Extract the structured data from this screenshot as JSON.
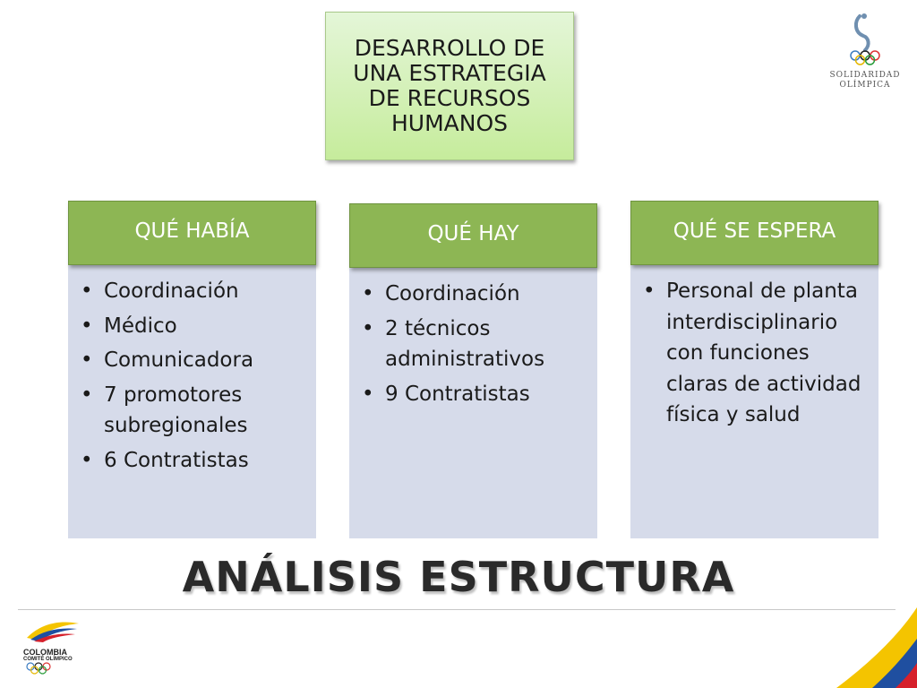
{
  "title_box": {
    "lines": [
      "DESARROLLO DE",
      "UNA ESTRATEGIA",
      "DE RECURSOS",
      "HUMANOS"
    ]
  },
  "columns": [
    {
      "heading": "QUÉ HABÍA",
      "items": [
        "Coordinación",
        "Médico",
        "Comunicadora",
        "7 promotores subregionales",
        "6 Contratistas"
      ]
    },
    {
      "heading": "QUÉ HAY",
      "items": [
        "Coordinación",
        "2 técnicos administrativos",
        "9 Contratistas"
      ]
    },
    {
      "heading": "QUÉ SE ESPERA",
      "items": [
        "Personal de planta interdisciplinario con funciones claras de actividad física y salud"
      ]
    }
  ],
  "bottom_title": "ANÁLISIS ESTRUCTURA",
  "logos": {
    "solidaridad": [
      "SOLIDARIDAD",
      "OLÍMPICA"
    ],
    "colombia": [
      "COLOMBIA",
      "COMITÉ OLÍMPICO"
    ]
  },
  "colors": {
    "heading_green": "#8db654",
    "body_lavender": "#d6dbea",
    "title_box_green": "#c6ec9c"
  }
}
